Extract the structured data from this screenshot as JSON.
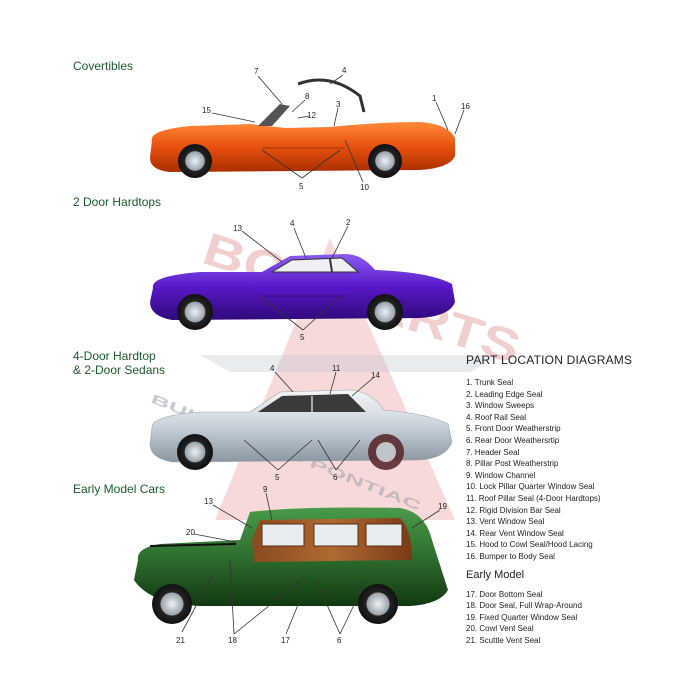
{
  "sections": {
    "convertibles": "Covertibles",
    "hardtops_2door": "2 Door Hardtops",
    "hardtop_4door_line1": "4-Door Hardtop",
    "hardtop_4door_line2": "& 2-Door Sedans",
    "early_model_cars": "Early Model Cars"
  },
  "watermark": {
    "brand": "BOP PARTS",
    "tagline": "BUICK OLDS PONTIAC"
  },
  "legend": {
    "title": "PART LOCATION DIAGRAMS",
    "items": [
      "1. Trunk Seal",
      "2. Leading Edge Seal",
      "3. Window Sweeps",
      "4. Roof Rail Seal",
      "5. Front Door Weatherstrip",
      "6. Rear Door Weathersrtip",
      "7. Header Seal",
      "8. Pillar Post Weatherstrip",
      "9. Window Channel",
      "10. Lock Pillar Quarter Window Seal",
      "11. Roof Pillar Seal (4-Door Hardtops)",
      "12. Rigid Division Bar Seal",
      "13. Vent Window Seal",
      "14. Rear Vent Window Seal",
      "15. Hood to Cowl Seal/Hood Lacing",
      "16. Bumper to Body Seal"
    ],
    "early_title": "Early Model",
    "early_items": [
      "17. Door Bottom Seal",
      "18. Door Seal, Full Wrap-Around",
      "19. Fixed Quarter Window Seal",
      "20. Cowl Vent Seal",
      "21. Scuttle Vent Seal"
    ]
  },
  "callouts": {
    "convertible": [
      "7",
      "4",
      "8",
      "3",
      "15",
      "12",
      "1",
      "16",
      "5",
      "10"
    ],
    "hardtop2": [
      "13",
      "4",
      "2",
      "5"
    ],
    "hardtop4": [
      "4",
      "11",
      "14",
      "5",
      "6"
    ],
    "early": [
      "9",
      "13",
      "19",
      "20",
      "21",
      "18",
      "17",
      "6"
    ]
  },
  "colors": {
    "convertible": "#e8500e",
    "hardtop2": "#5a18c8",
    "hardtop4": "#d6dde4",
    "early": "#2e6e2e",
    "section_title": "#1a5a2a"
  }
}
